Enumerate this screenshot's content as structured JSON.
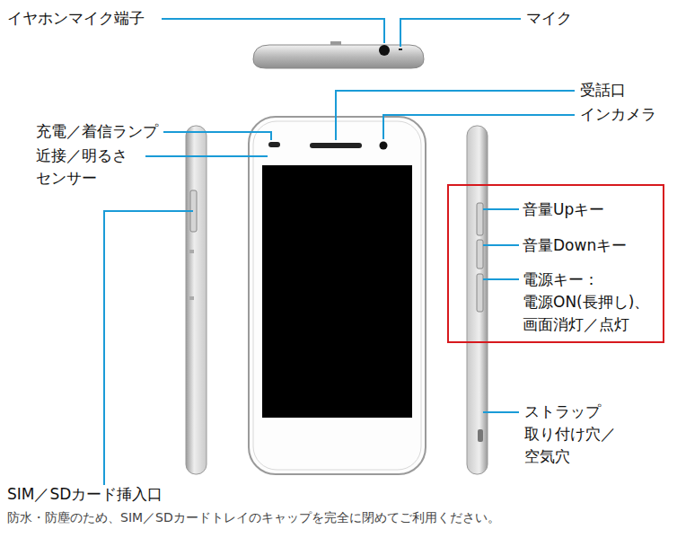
{
  "diagram": {
    "nodes": [
      {
        "text": [
          "音量Upキー",
          "音量Downキー",
          "電源キー： 電源ON(長押し)、 画面消灯／点灯"
        ]
      }
    ],
    "labels": [
      "イヤホンマイク端子",
      "マイク",
      "受話口",
      "インカメラ",
      "充電／着信ランプ",
      "近接／明るさ センサー",
      "ストラップ 取り付け穴／ 空気穴",
      "SIM／SDカード挿入口",
      "防水・防塵のため、SIM／SDカードトレイのキャップを完全に閉めてご利用ください。"
    ]
  }
}
